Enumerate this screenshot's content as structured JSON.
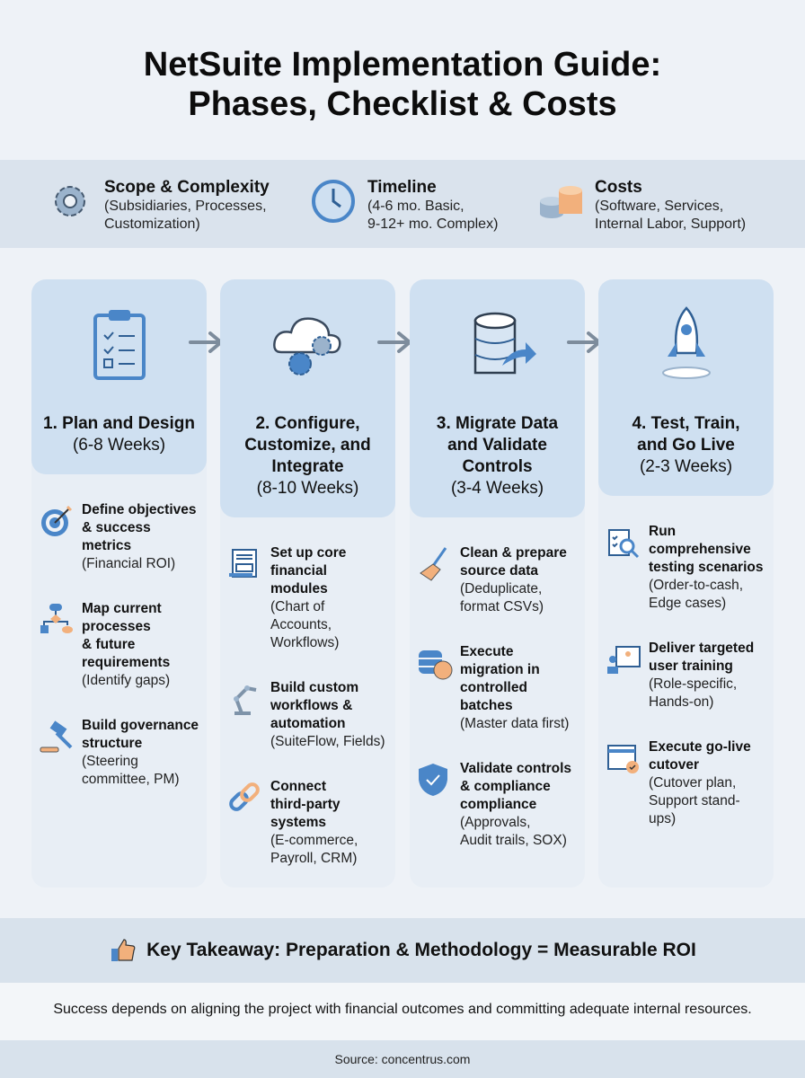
{
  "title": "NetSuite Implementation Guide:\nPhases, Checklist & Costs",
  "stats": [
    {
      "icon": "gear-icon",
      "heading": "Scope & Complexity",
      "sub": "(Subsidiaries, Processes,\nCustomization)"
    },
    {
      "icon": "clock-icon",
      "heading": "Timeline",
      "sub": "(4-6 mo. Basic,\n9-12+ mo. Complex)"
    },
    {
      "icon": "coins-icon",
      "heading": "Costs",
      "sub": "(Software, Services,\nInternal Labor, Support)"
    }
  ],
  "phases": [
    {
      "icon": "clipboard-checklist-icon",
      "title": "1. Plan and Design",
      "weeks": "(6-8 Weeks)",
      "items": [
        {
          "icon": "target-icon",
          "title": "Define objectives\n& success metrics",
          "detail": "(Financial ROI)"
        },
        {
          "icon": "flowchart-icon",
          "title": "Map current\nprocesses\n& future\nrequirements",
          "detail": "(Identify gaps)"
        },
        {
          "icon": "gavel-icon",
          "title": "Build governance\nstructure",
          "detail": "(Steering\ncommittee, PM)"
        }
      ]
    },
    {
      "icon": "cloud-gears-icon",
      "title": "2. Configure,\nCustomize, and\nIntegrate",
      "weeks": "(8-10 Weeks)",
      "items": [
        {
          "icon": "ledger-scroll-icon",
          "title": "Set up core\nfinancial\nmodules",
          "detail": "(Chart of Accounts,\nWorkflows)"
        },
        {
          "icon": "robot-arm-icon",
          "title": "Build custom\nworkflows &\nautomation",
          "detail": "(SuiteFlow, Fields)"
        },
        {
          "icon": "link-icon",
          "title": "Connect\nthird-party\nsystems",
          "detail": "(E-commerce,\nPayroll, CRM)"
        }
      ]
    },
    {
      "icon": "database-arrow-icon",
      "title": "3. Migrate Data\nand Validate\nControls",
      "weeks": "(3-4 Weeks)",
      "items": [
        {
          "icon": "broom-icon",
          "title": "Clean & prepare\nsource data",
          "detail": "(Deduplicate,\nformat CSVs)"
        },
        {
          "icon": "database-sync-icon",
          "title": "Execute\nmigration in\ncontrolled\nbatches",
          "detail": "(Master data first)"
        },
        {
          "icon": "shield-check-icon",
          "title": "Validate controls\n& compliance\ncompliance",
          "detail": "(Approvals,\nAudit trails, SOX)"
        }
      ]
    },
    {
      "icon": "rocket-icon",
      "title": "4. Test, Train,\nand Go Live",
      "weeks": "(2-3 Weeks)",
      "items": [
        {
          "icon": "clipboard-search-icon",
          "title": "Run\ncomprehensive\ntesting scenarios",
          "detail": "(Order-to-cash,\nEdge cases)"
        },
        {
          "icon": "training-screen-icon",
          "title": "Deliver targeted\nuser training",
          "detail": "(Role-specific,\nHands-on)"
        },
        {
          "icon": "calendar-check-icon",
          "title": "Execute go-live\ncutover",
          "detail": "(Cutover plan,\nSupport stand-\nups)"
        }
      ]
    }
  ],
  "takeaway": "Key Takeaway: Preparation & Methodology = Measurable ROI",
  "summary": "Success depends on aligning the project with financial outcomes and committing adequate internal resources.",
  "source": "Source: concentrus.com",
  "colors": {
    "accent": "#4a86c8",
    "orange": "#f2b07c",
    "header": "#cfe0f1"
  }
}
